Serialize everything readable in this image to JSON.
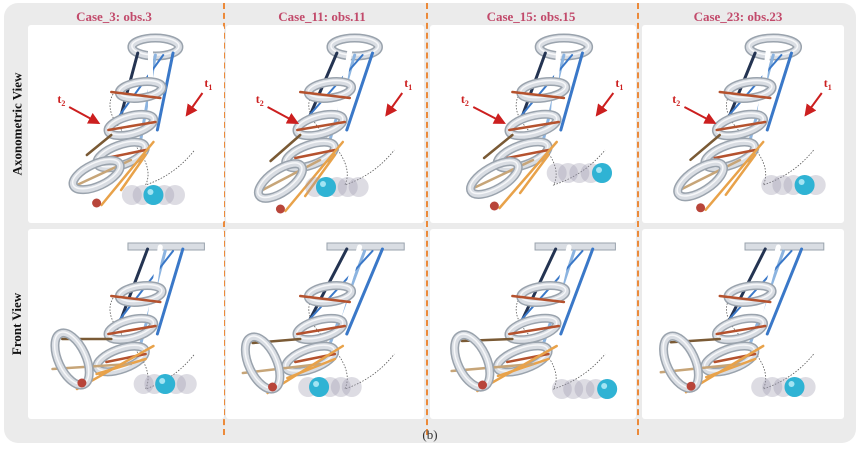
{
  "columns": [
    {
      "title": "Case_3: obs.3",
      "variant": 0
    },
    {
      "title": "Case_11: obs.11",
      "variant": 1
    },
    {
      "title": "Case_15: obs.15",
      "variant": 2
    },
    {
      "title": "Case_23: obs.23",
      "variant": 3
    }
  ],
  "rows": [
    {
      "label": "Axonometric View"
    },
    {
      "label": "Front View"
    }
  ],
  "annotations": {
    "t1": "t",
    "t1_sub": "1",
    "t2": "t",
    "t2_sub": "2"
  },
  "caption": "(b)",
  "colors": {
    "title": "#c24a6b",
    "divider": "#ec8a3a",
    "ring": "#d9dde3",
    "ring_edge": "#9aa3ad",
    "strut_navy": "#243452",
    "strut_blue": "#3a78c8",
    "strut_lightblue": "#8cb4e0",
    "strut_red": "#b5522e",
    "strut_brown": "#7a5a35",
    "strut_orange": "#e8a24a",
    "strut_tan": "#c7a578",
    "ball_cyan": "#2fb3d4",
    "ball_red": "#b8453a",
    "arrow": "#cc1f1f"
  },
  "icons": {
    "arrow": "red-arrow-icon",
    "obstacle": "cyan-ball-icon",
    "trail": "grey-ball-trail-icon",
    "base": "red-ball-icon"
  }
}
